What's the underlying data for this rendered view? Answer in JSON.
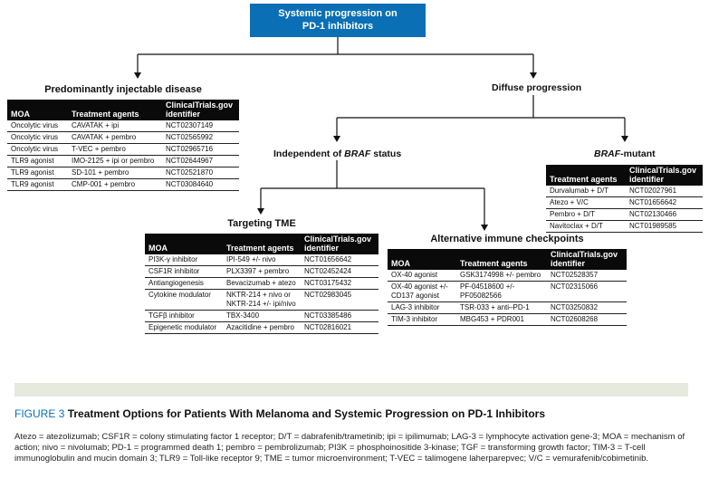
{
  "root": {
    "line1": "Systemic progression on",
    "line2": "PD-1 inhibitors"
  },
  "diffuse": {
    "label": "Diffuse progression"
  },
  "independent": {
    "prefix": "Independent of ",
    "gene": "BRAF",
    "suffix": " status"
  },
  "braf_mutant": {
    "gene": "BRAF",
    "suffix": "-mutant"
  },
  "injectable": {
    "heading": "Predominantly injectable disease",
    "headers": [
      "MOA",
      "Treatment agents",
      "ClinicalTrials.gov identifier"
    ],
    "rows": [
      [
        "Oncolytic virus",
        "CAVATAK + ipi",
        "NCT02307149"
      ],
      [
        "Oncolytic virus",
        "CAVATAK + pembro",
        "NCT02565992"
      ],
      [
        "Oncolytic virus",
        "T-VEC + pembro",
        "NCT02965716"
      ],
      [
        "TLR9 agonist",
        "IMO-2125 + ipi or pembro",
        "NCT02644967"
      ],
      [
        "TLR9 agonist",
        "SD-101 + pembro",
        "NCT02521870"
      ],
      [
        "TLR9 agonist",
        "CMP-001 + pembro",
        "NCT03084640"
      ]
    ]
  },
  "braf_table": {
    "headers": [
      "Treatment agents",
      "ClinicalTrials.gov identifier"
    ],
    "rows": [
      [
        "Durvalumab + D/T",
        "NCT02027961"
      ],
      [
        "Atezo + V/C",
        "NCT01656642"
      ],
      [
        "Pembro + D/T",
        "NCT02130466"
      ],
      [
        "Navitoclax + D/T",
        "NCT01989585"
      ]
    ]
  },
  "tme": {
    "heading": "Targeting TME",
    "headers": [
      "MOA",
      "Treatment agents",
      "ClinicalTrials.gov identifier"
    ],
    "rows": [
      [
        "PI3K-γ inhibitor",
        "IPI-549 +/- nivo",
        "NCT01656642"
      ],
      [
        "CSF1R inhibitor",
        "PLX3397 + pembro",
        "NCT02452424"
      ],
      [
        "Antiangiogenesis",
        "Bevacizumab + atezo",
        "NCT03175432"
      ],
      [
        "Cytokine modulator",
        "NKTR-214 + nivo or\nNKTR-214 +/- ipi/nivo",
        "NCT02983045"
      ],
      [
        "TGFβ inhibitor",
        "TBX-3400",
        "NCT03385486"
      ],
      [
        "Epigenetic modulator",
        "Azacitidine + pembro",
        "NCT02816021"
      ]
    ]
  },
  "checkpoints": {
    "heading": "Alternative immune checkpoints",
    "headers": [
      "MOA",
      "Treatment agents",
      "ClinicalTrials.gov identifier"
    ],
    "rows": [
      [
        "OX-40 agonist",
        "GSK3174998 +/- pembro",
        "NCT02528357"
      ],
      [
        "OX-40 agonist +/-\nCD137 agonist",
        "PF-04518600 +/-\nPF05082566",
        "NCT02315066"
      ],
      [
        "LAG-3 inhibitor",
        "TSR-033 + anti–PD-1",
        "NCT03250832"
      ],
      [
        "TIM-3 inhibitor",
        "MBG453 + PDR001",
        "NCT02608268"
      ]
    ]
  },
  "figure": {
    "number": "FIGURE 3",
    "title": "Treatment Options for Patients With Melanoma and Systemic Progression on PD-1 Inhibitors",
    "abbreviations": "Atezo = atezolizumab; CSF1R = colony stimulating factor 1 receptor; D/T = dabrafenib/trametinib; ipi = ipilimumab; LAG-3 = lymphocyte activation gene-3; MOA = mechanism of action; nivo = nivolumab; PD-1 = programmed death 1; pembro = pembrolizumab; PI3K = phosphoinositide 3-kinase; TGF = transforming growth factor; TIM-3 = T-cell immunoglobulin and mucin domain 3; TLR9 = Toll-like receptor 9; TME = tumor microenvironment; T-VEC = talimogene laherparepvec; V/C = vemurafenib/cobimetinib."
  },
  "colors": {
    "accent": "#0a6fb5",
    "header_bg": "#0a0a0a",
    "caption_bar": "#e6e9dd"
  }
}
